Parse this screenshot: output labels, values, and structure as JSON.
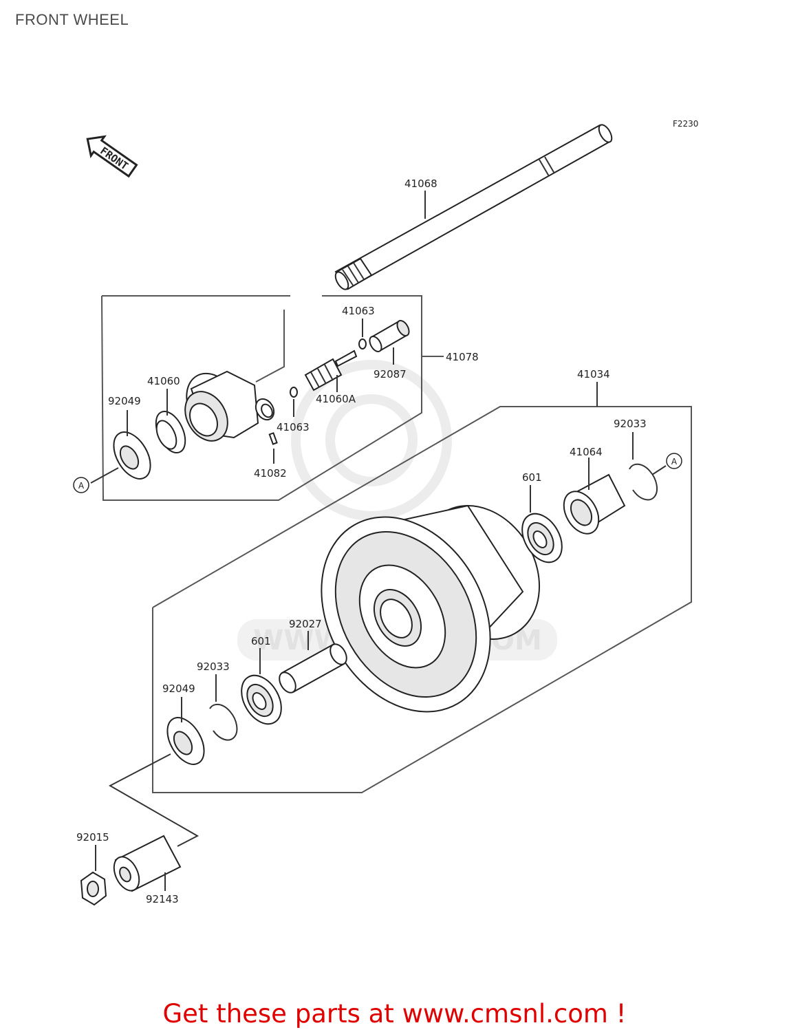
{
  "page_title": "FRONT WHEEL",
  "figure_code": "F2230",
  "front_arrow_text": "FRONT",
  "reference_marker": "A",
  "watermark_text": "WWW.CMSNL.COM",
  "footer_text": "Get these parts at www.cmsnl.com !",
  "labels": {
    "p41068": "41068",
    "p41063_top": "41063",
    "p41078": "41078",
    "p92087": "92087",
    "p41060A": "41060A",
    "p41060": "41060",
    "p92049_top": "92049",
    "p41063_mid": "41063",
    "p41082": "41082",
    "p41034": "41034",
    "p92033_right": "92033",
    "p41064": "41064",
    "p601_right": "601",
    "p92027": "92027",
    "p601_left": "601",
    "p92033_left": "92033",
    "p92049_bottom": "92049",
    "p92015": "92015",
    "p92143": "92143"
  },
  "colors": {
    "footer": "#e00000",
    "line_art": "#222222",
    "watermark": "#e8e8e8"
  }
}
